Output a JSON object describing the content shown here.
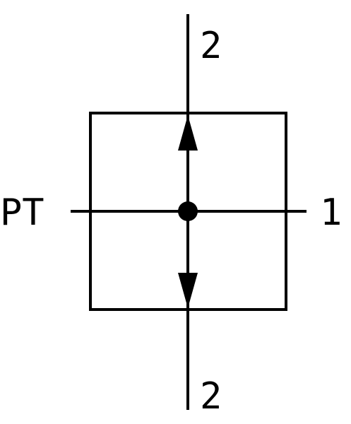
{
  "diagram": {
    "labels": {
      "top_port": "2",
      "bottom_port": "2",
      "left_port": "PT",
      "right_port": "1"
    },
    "colors": {
      "stroke": "#000000",
      "background": "#ffffff"
    }
  }
}
